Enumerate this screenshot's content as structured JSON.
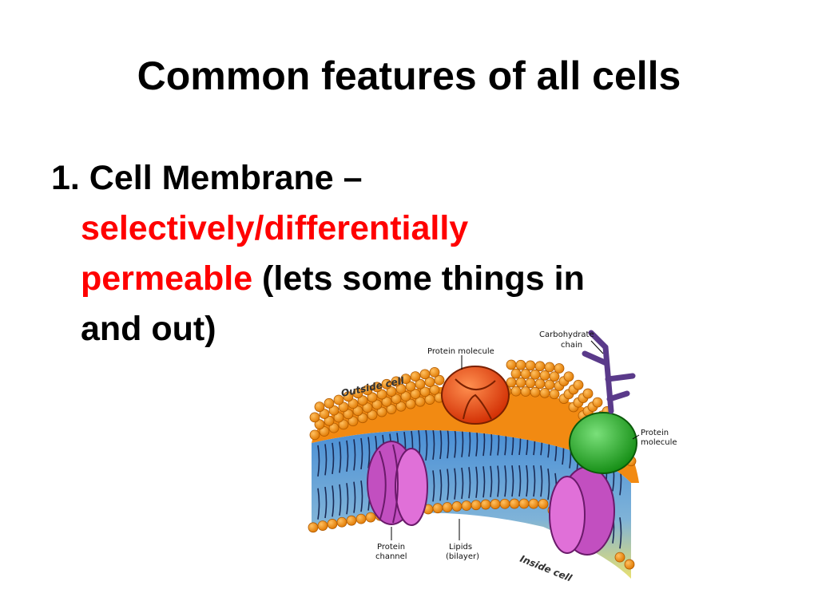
{
  "slide": {
    "title": "Common features of all cells",
    "bullet": {
      "lead": "1. Cell Membrane –",
      "term_line1": "selectively/differentially",
      "term_line2": "permeable",
      "rest_line2": " (lets some things in",
      "rest_line3": "and out)"
    }
  },
  "diagram": {
    "labels": {
      "carbohydrate_chain_1": "Carbohydrate",
      "carbohydrate_chain_2": "chain",
      "protein_molecule_top": "Protein molecule",
      "protein_molecule_right_1": "Protein",
      "protein_molecule_right_2": "molecule",
      "protein_channel_1": "Protein",
      "protein_channel_2": "channel",
      "lipids_1": "Lipids",
      "lipids_2": "(bilayer)",
      "outside": "Outside cell",
      "inside": "Inside cell"
    },
    "colors": {
      "lipid_head": "#ff9a1a",
      "tail_band_top": "#4a8fd6",
      "tail_band_bottom": "#e8e070",
      "channel_protein": "#c24fc0",
      "globular_protein_red": "#f04a10",
      "globular_protein_green": "#22b022",
      "carbohydrate": "#5a3a8a"
    }
  }
}
